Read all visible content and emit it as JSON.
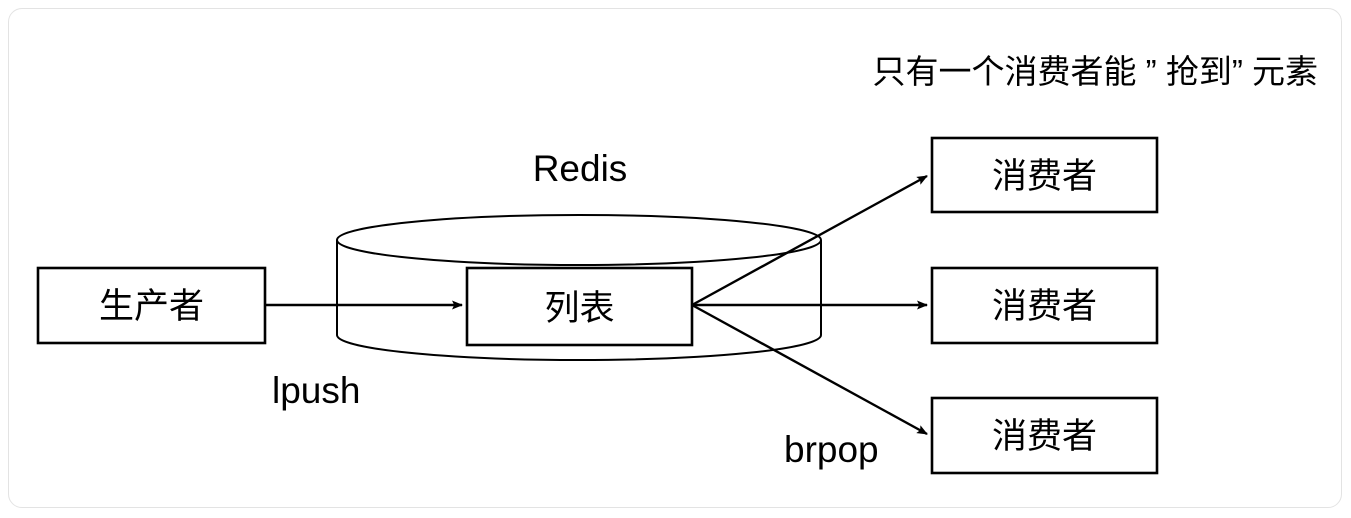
{
  "diagram": {
    "title_note": "只有一个消费者能 ” 抢到” 元素",
    "store_label": "Redis",
    "producer": {
      "label": "生产者"
    },
    "queue": {
      "label": "列表"
    },
    "consumers": [
      {
        "label": "消费者"
      },
      {
        "label": "消费者"
      },
      {
        "label": "消费者"
      }
    ],
    "edges": {
      "produce_command": "lpush",
      "consume_command": "brpop"
    },
    "colors": {
      "stroke": "#000000",
      "background": "#ffffff",
      "frame": "#e3e3e3"
    }
  }
}
